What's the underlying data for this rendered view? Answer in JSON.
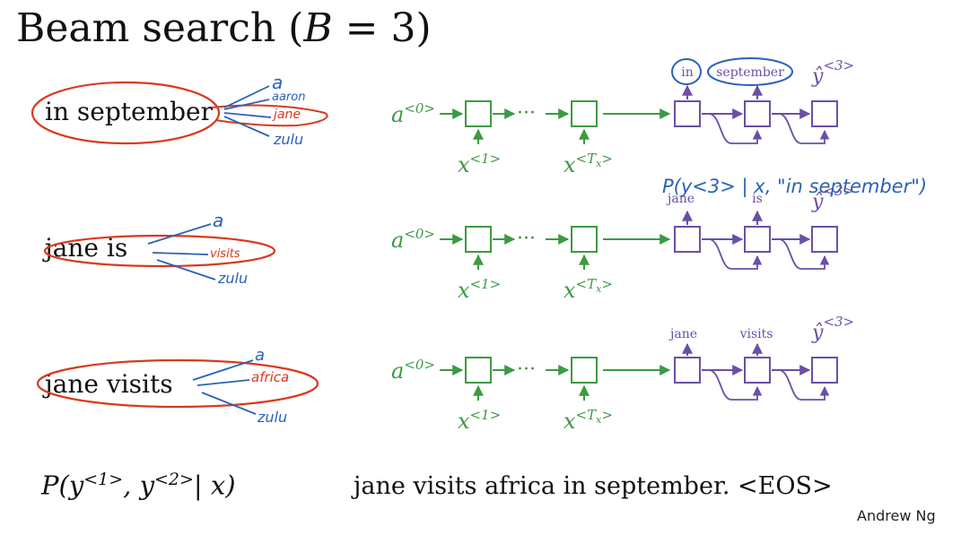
{
  "title": {
    "prefix": "Beam search (",
    "var": "B",
    "suffix": " = 3)"
  },
  "beam_rows": [
    {
      "phrase": "in september",
      "candidates": [
        "a",
        "aaron",
        "jane",
        "zulu"
      ],
      "decoder_words": [
        "in",
        "september"
      ],
      "output_label": "ŷ<3>"
    },
    {
      "phrase": "jane is",
      "candidates": [
        "a",
        "visits",
        "zulu"
      ],
      "decoder_words": [
        "jane",
        "is"
      ],
      "output_label": "ŷ<3>"
    },
    {
      "phrase": "jane visits",
      "candidates": [
        "a",
        "africa",
        "zulu"
      ],
      "decoder_words": [
        "jane",
        "visits"
      ],
      "output_label": "ŷ<3>"
    }
  ],
  "encoder": {
    "a0": "a<0>",
    "x1": "x<1>",
    "xT": "x<Tx>",
    "dots": "···"
  },
  "annotation": "P(y<3> | x, \"in september\")",
  "formula": {
    "p": "P(y",
    "s1": "<1>",
    "mid": ", y",
    "s2": "<2>",
    "end": "| x)"
  },
  "sentence": "jane visits africa in september. <EOS>",
  "author": "Andrew Ng",
  "colors": {
    "encoder": "#3c9a43",
    "decoder": "#6a4fa6",
    "pen_blue": "#2a62b8",
    "pen_red": "#d9391f",
    "text": "#111111"
  }
}
